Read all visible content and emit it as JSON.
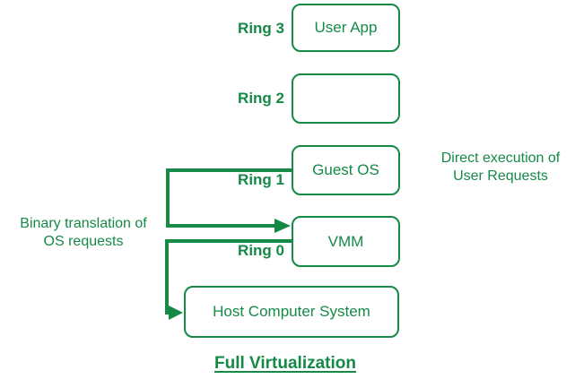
{
  "title": "Full Virtualization",
  "colors": {
    "green": "#148a46",
    "background": "#ffffff"
  },
  "rings": [
    {
      "label": "Ring 3",
      "box_label": "User App"
    },
    {
      "label": "Ring 2",
      "box_label": ""
    },
    {
      "label": "Ring 1",
      "box_label": "Guest OS"
    },
    {
      "label": "Ring 0",
      "box_label": "VMM"
    }
  ],
  "host_box_label": "Host Computer System",
  "annotations": {
    "binary_translation": {
      "line1": "Binary translation of",
      "line2": "OS requests"
    },
    "direct_execution": {
      "line1": "Direct execution of",
      "line2": "User Requests"
    }
  },
  "edges": [
    {
      "from": "Guest OS",
      "to": "VMM"
    },
    {
      "from": "VMM",
      "to": "Host Computer System"
    }
  ]
}
